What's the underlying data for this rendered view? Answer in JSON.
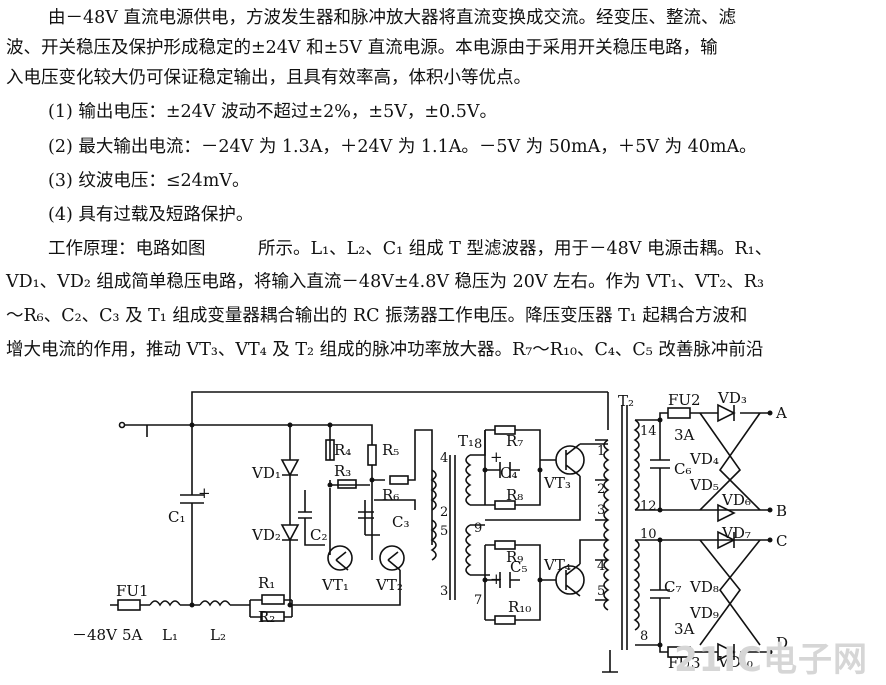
{
  "text": {
    "p1_l1": "由－48V 直流电源供电，方波发生器和脉冲放大器将直流变换成交流。经变压、整流、滤",
    "p1_l2": "波、开关稳压及保护形成稳定的±24V 和±5V 直流电源。本电源由于采用开关稳压电路，输",
    "p1_l3": "入电压变化较大仍可保证稳定输出，且具有效率高，体积小等优点。",
    "item1": "(1) 输出电压：±24V 波动不超过±2%，±5V，±0.5V。",
    "item2": "(2) 最大输出电流：－24V 为 1.3A，＋24V 为 1.1A。－5V 为 50mA，＋5V 为 40mA。",
    "item3": "(3) 纹波电压：≤24mV。",
    "item4": "(4) 具有过载及短路保护。",
    "p2_l1": "工作原理：电路如图　　　所示。L₁、L₂、C₁ 组成 T 型滤波器，用于－48V 电源击耦。R₁、",
    "p2_l2": "VD₁、VD₂ 组成简单稳压电路，将输入直流－48V±4.8V 稳压为 20V 左右。作为 VT₁、VT₂、R₃",
    "p2_l3": "～R₆、C₂、C₃ 及 T₁ 组成变量器耦合输出的 RC 振荡器工作电压。降压变压器 T₁ 起耦合方波和",
    "p2_l4": "增大电流的作用，推动 VT₃、VT₄ 及 T₂ 组成的脉冲功率放大器。R₇～R₁₀、C₄、C₅ 改善脉冲前沿"
  },
  "schematic": {
    "input_voltage": "－48V",
    "fu1": "FU1",
    "fu1_rating": "5A",
    "l1": "L₁",
    "l2": "L₂",
    "c1": "C₁",
    "r1": "R₁",
    "r2": "R₂",
    "vd1": "VD₁",
    "vd2": "VD₂",
    "r3": "R₃",
    "r4": "R₄",
    "r5": "R₅",
    "r6": "R₆",
    "c2": "C₂",
    "c3": "C₃",
    "vt1": "VT₁",
    "vt2": "VT₂",
    "t1": "T₁",
    "t1_pins": [
      "4",
      "2",
      "5",
      "3",
      "8",
      "9",
      "7"
    ],
    "r7": "R₇",
    "r8": "R₈",
    "r9": "R₉",
    "r10": "R₁₀",
    "c4": "C₄",
    "c5": "C₅",
    "vt3": "VT₃",
    "vt4": "VT₄",
    "t2": "T₂",
    "t2_pins": [
      "1",
      "2",
      "3",
      "4",
      "5",
      "14",
      "12",
      "10",
      "8"
    ],
    "fu2": "FU2",
    "fu2_rating": "3A",
    "fu3": "FU3",
    "fu3_rating": "3A",
    "c6": "C₆",
    "c7": "C₇",
    "vd3": "VD₃",
    "vd4": "VD₄",
    "vd5": "VD₅",
    "vd6": "VD₆",
    "vd7": "VD₇",
    "vd8": "VD₈",
    "vd9": "VD₉",
    "vd10": "VD₁₀",
    "out_a": "A",
    "out_b": "B",
    "out_c": "C",
    "out_d": "D",
    "plus": "+"
  },
  "watermark": "21IC电子网"
}
